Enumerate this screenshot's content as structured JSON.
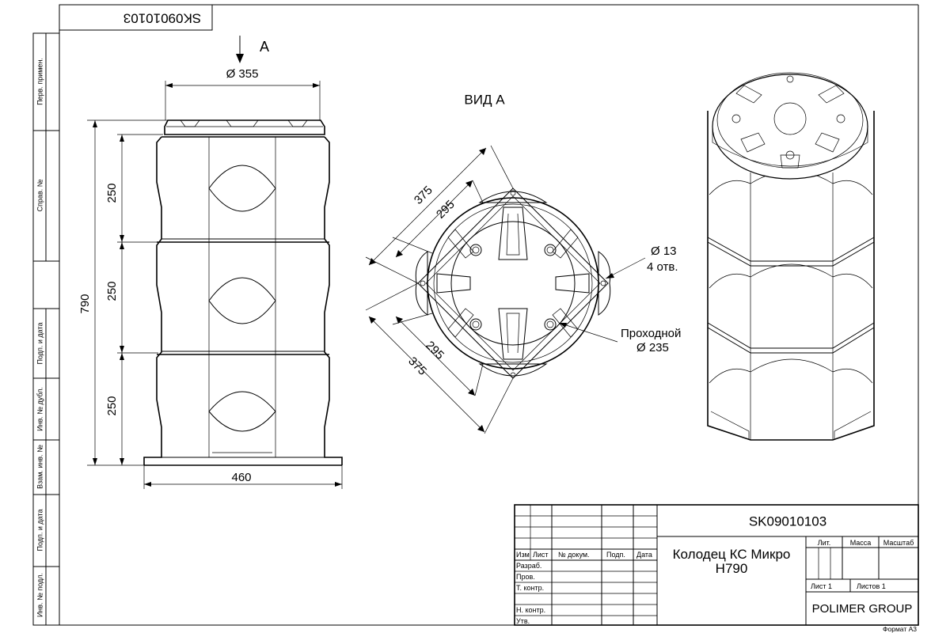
{
  "doc_code": "SK09010103",
  "side_stamp": [
    "Перв. примен.",
    "Справ. №",
    "Подп. и дата",
    "Инв. № дубл.",
    "Взам. инв. №",
    "Подп. и дата",
    "Инв. № подл."
  ],
  "view_arrow_label": "А",
  "view_title": "ВИД А",
  "dims": {
    "lid_diameter": "355",
    "section_1": "250",
    "section_2": "250",
    "section_3": "250",
    "overall_height": "790",
    "base_width": "460",
    "outer_1": "375",
    "inner_1": "295",
    "outer_2": "375",
    "inner_2": "295",
    "hole_diameter": "13",
    "hole_count": "4 отв.",
    "passage_label": "Проходной",
    "passage_diameter": "235",
    "diameter_symbol": "Ø"
  },
  "title_block": {
    "header_cells": [
      "Изм",
      "Лист",
      "№ докум.",
      "Подп.",
      "Дата"
    ],
    "role_labels": [
      "Разраб.",
      "Пров.",
      "Т. контр.",
      "",
      "Н. контр.",
      "Утв."
    ],
    "product_name_line1": "Колодец КС Микро",
    "product_name_line2": "H790",
    "lit_label": "Лит.",
    "mass_label": "Масса",
    "scale_label": "Масштаб",
    "sheet_label": "Лист 1",
    "sheets_label": "Листов 1",
    "company": "POLIMER GROUP",
    "format_label": "Формат А3"
  }
}
